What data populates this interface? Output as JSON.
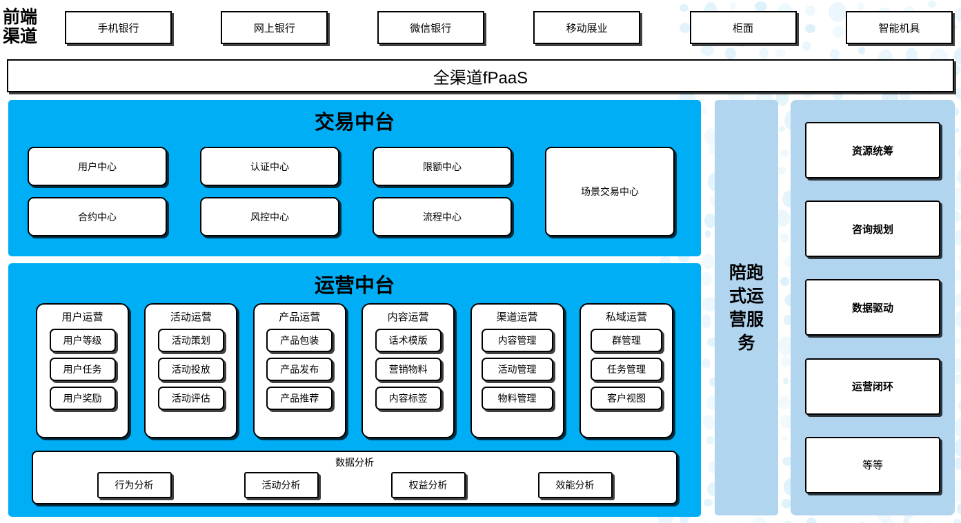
{
  "colors": {
    "cyan_panel": "#00aef5",
    "light_blue_panel": "#b1d4ef",
    "bubble": "#ddf1fb",
    "box_border": "#000000",
    "box_fill": "#ffffff"
  },
  "front_channel": {
    "label": "前端\n渠道",
    "label_line1": "前端",
    "label_line2": "渠道",
    "items": [
      {
        "label": "手机银行"
      },
      {
        "label": "网上银行"
      },
      {
        "label": "微信银行"
      },
      {
        "label": "移动展业"
      },
      {
        "label": "柜面"
      },
      {
        "label": "智能机具"
      }
    ]
  },
  "fpaas": {
    "label": "全渠道fPaaS"
  },
  "trade_platform": {
    "title": "交易中台",
    "columns": [
      {
        "items": [
          "用户中心",
          "合约中心"
        ]
      },
      {
        "items": [
          "认证中心",
          "风控中心"
        ]
      },
      {
        "items": [
          "限额中心",
          "流程中心"
        ]
      }
    ],
    "wide_box": "场景交易中心"
  },
  "ops_platform": {
    "title": "运营中台",
    "groups": [
      {
        "title": "用户运营",
        "items": [
          "用户等级",
          "用户任务",
          "用户奖励"
        ]
      },
      {
        "title": "活动运营",
        "items": [
          "活动策划",
          "活动投放",
          "活动评估"
        ]
      },
      {
        "title": "产品运营",
        "items": [
          "产品包装",
          "产品发布",
          "产品推荐"
        ]
      },
      {
        "title": "内容运营",
        "items": [
          "话术模版",
          "营销物料",
          "内容标签"
        ]
      },
      {
        "title": "渠道运营",
        "items": [
          "内容管理",
          "活动管理",
          "物料管理"
        ]
      },
      {
        "title": "私域运营",
        "items": [
          "群管理",
          "任务管理",
          "客户视图"
        ]
      }
    ],
    "data_analysis": {
      "title": "数据分析",
      "items": [
        "行为分析",
        "活动分析",
        "权益分析",
        "效能分析"
      ]
    }
  },
  "service_column": {
    "label": "陪跑式运营服务",
    "lines": [
      "陪跑",
      "式运",
      "营服",
      "务"
    ]
  },
  "value_column": {
    "items": [
      {
        "label": "资源统筹",
        "bold": true
      },
      {
        "label": "咨询规划",
        "bold": true
      },
      {
        "label": "数据驱动",
        "bold": true
      },
      {
        "label": "运营闭环",
        "bold": true
      },
      {
        "label": "等等",
        "bold": false
      }
    ]
  }
}
